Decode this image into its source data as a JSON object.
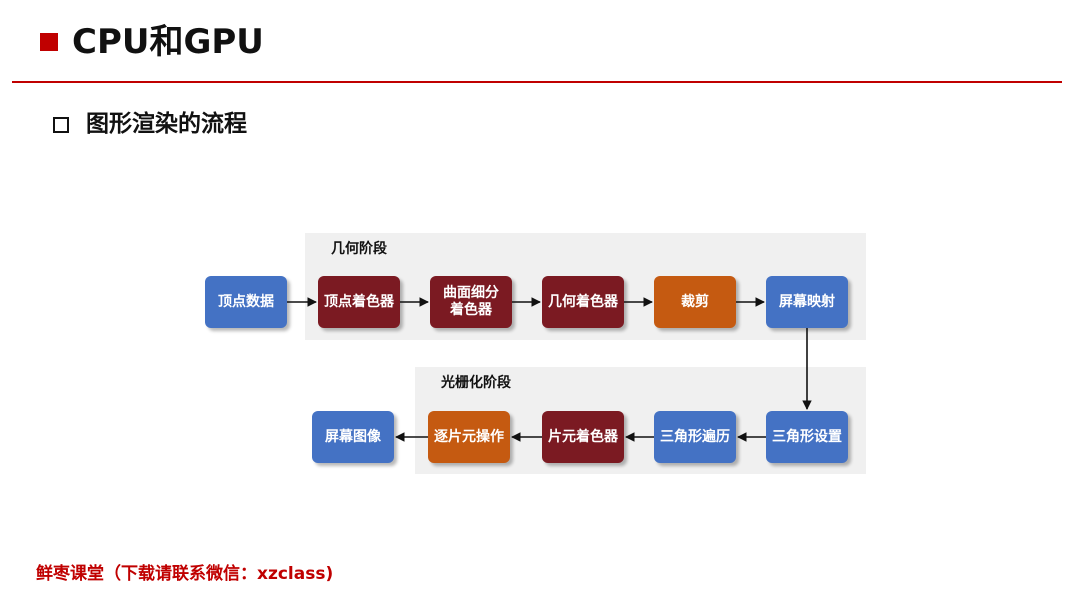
{
  "header": {
    "title": "CPU和GPU",
    "subtitle": "图形渲染的流程"
  },
  "diagram": {
    "geometry_stage_label": "几何阶段",
    "raster_stage_label": "光栅化阶段",
    "nodes": {
      "vertex_data": "顶点数据",
      "vertex_shader": "顶点着色器",
      "tessellation_shader_line1": "曲面细分",
      "tessellation_shader_line2": "着色器",
      "geometry_shader": "几何着色器",
      "clipping": "裁剪",
      "screen_mapping": "屏幕映射",
      "triangle_setup": "三角形设置",
      "triangle_traversal": "三角形遍历",
      "fragment_shader": "片元着色器",
      "per_fragment_ops": "逐片元操作",
      "screen_image": "屏幕图像"
    },
    "colors": {
      "blue": "#4472c4",
      "maroon": "#7b1a22",
      "orange": "#c55a11",
      "panel": "#f0f0f0",
      "accent": "#c00000"
    }
  },
  "footer": {
    "text": "鲜枣课堂（下载请联系微信：xzclass)"
  }
}
